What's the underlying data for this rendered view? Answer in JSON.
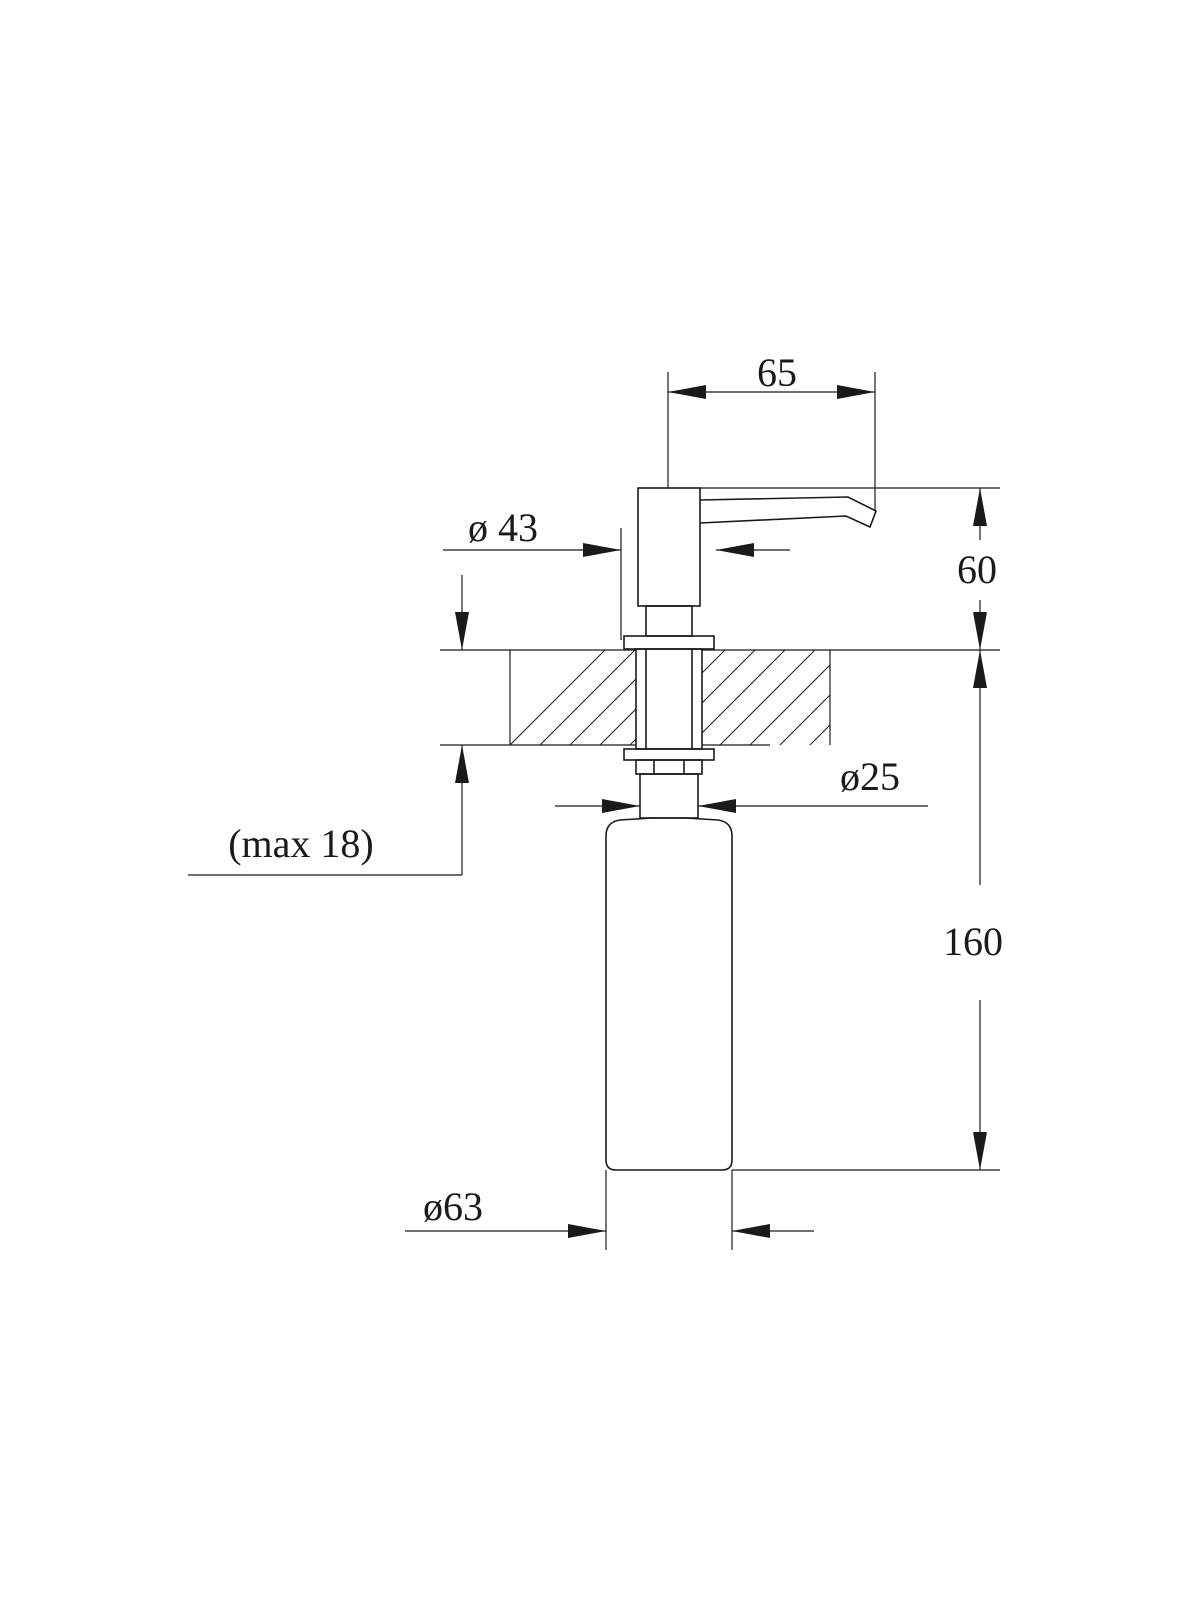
{
  "dimensions": {
    "spout_reach": "65",
    "pump_head_diameter": "ø 43",
    "height_above_counter": "60",
    "shank_diameter": "ø25",
    "counter_thickness": "(max 18)",
    "height_below_counter": "160",
    "bottle_diameter": "ø63"
  }
}
